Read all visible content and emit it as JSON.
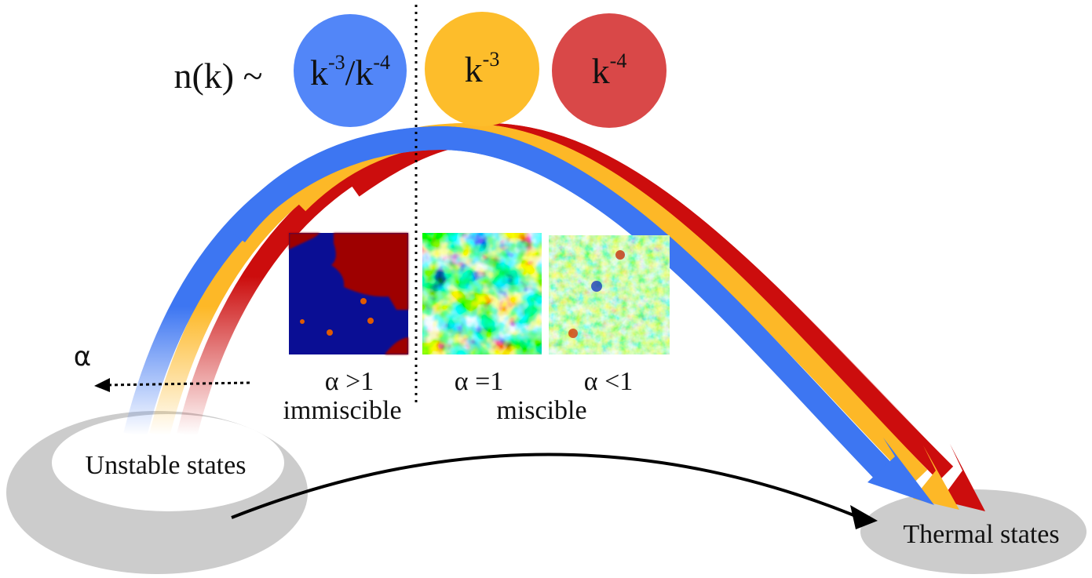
{
  "spectrum": {
    "prefix": "n(k) ~",
    "blue_k1": "k",
    "blue_e1": "-3",
    "blue_slash": "/k",
    "blue_e2": "-4",
    "yellow_k": "k",
    "yellow_e": "-3",
    "red_k": "k",
    "red_e": "-4"
  },
  "states": {
    "unstable": "Unstable states",
    "thermal": "Thermal states"
  },
  "alpha_axis": {
    "symbol": "α"
  },
  "regimes": [
    {
      "condition": "α >1",
      "type": "immiscible"
    },
    {
      "condition": "α =1",
      "type": ""
    },
    {
      "condition": "α <1",
      "type": ""
    }
  ],
  "miscible_label": "miscible",
  "colors": {
    "blue": "#3d76f2",
    "yellow": "#fdb827",
    "red": "#cc0d0d",
    "blue_circle": "#5286f8",
    "yellow_circle": "#fdbd2b",
    "red_circle": "#d94848",
    "ellipse": "#cccccc"
  }
}
